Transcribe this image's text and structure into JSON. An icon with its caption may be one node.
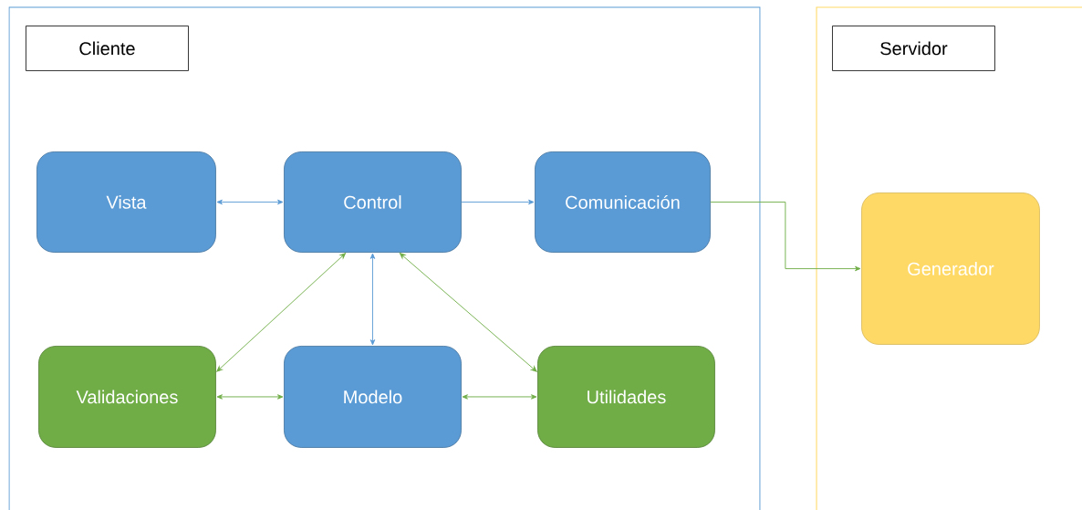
{
  "diagram": {
    "nodes": [
      {
        "text": [],
        "shape": "box"
      },
      {
        "text": [
          "Cliente"
        ],
        "in": 0
      },
      {
        "text": [
          "Vista"
        ],
        "in": 0
      },
      {
        "text": [
          "Control"
        ],
        "in": 0
      },
      {
        "text": [
          "Comunicación"
        ],
        "in": 0
      },
      {
        "text": [
          "Validaciones"
        ],
        "in": 0
      },
      {
        "text": [
          "Modelo"
        ],
        "in": 0
      },
      {
        "text": [
          "Utilidades"
        ],
        "in": 0
      },
      {
        "text": [],
        "shape": "box"
      },
      {
        "text": [
          "Servidor"
        ],
        "in": 8
      },
      {
        "text": [
          "Generador"
        ],
        "in": 8
      }
    ],
    "edges": [
      {
        "from": 2,
        "to": 3,
        "arrow": "both",
        "color": "#5b9bd5"
      },
      {
        "from": 3,
        "to": 4,
        "arrow": "to",
        "color": "#5b9bd5"
      },
      {
        "from": 4,
        "to": 10,
        "arrow": "to"
      },
      {
        "from": 3,
        "to": 5,
        "arrow": "both"
      },
      {
        "from": 3,
        "to": 6,
        "arrow": "both",
        "color": "#5b9bd5"
      },
      {
        "from": 3,
        "to": 7,
        "arrow": "both"
      },
      {
        "from": 5,
        "to": 6,
        "arrow": "both"
      },
      {
        "from": 6,
        "to": 7,
        "arrow": "both"
      }
    ]
  }
}
